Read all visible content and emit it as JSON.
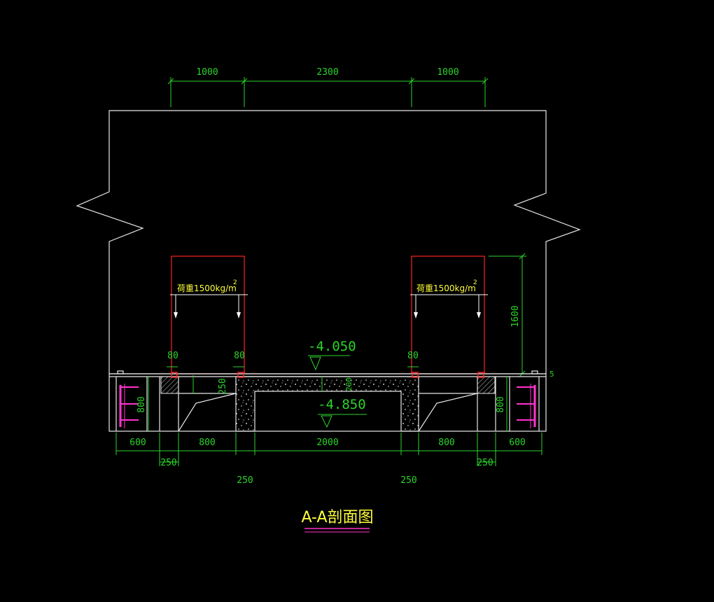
{
  "drawing": {
    "title": "A-A剖面图",
    "colors": {
      "background": "#000000",
      "structure": "#e8e8e8",
      "dimension": "#2bd42b",
      "load_box": "#ff2222",
      "text": "#ffff3c",
      "pile": "#ff33cc"
    },
    "top_dims": [
      "1000",
      "2300",
      "1000"
    ],
    "loads": [
      {
        "text": "荷重1500kg/m",
        "sup": "2"
      },
      {
        "text": "荷重1500kg/m",
        "sup": "2"
      }
    ],
    "load_height": "1600",
    "side_mark": "5",
    "edge_dims": [
      "80",
      "80",
      "80"
    ],
    "levels": [
      "-4.050",
      "-4.850"
    ],
    "slab_dims": [
      "250",
      "800",
      "800",
      "200"
    ],
    "bottom_dims_row1": [
      "600",
      "800",
      "2000",
      "800",
      "600"
    ],
    "bottom_dims_row2": [
      "250",
      "250"
    ],
    "bottom_dims_row3": [
      "250",
      "250"
    ]
  }
}
